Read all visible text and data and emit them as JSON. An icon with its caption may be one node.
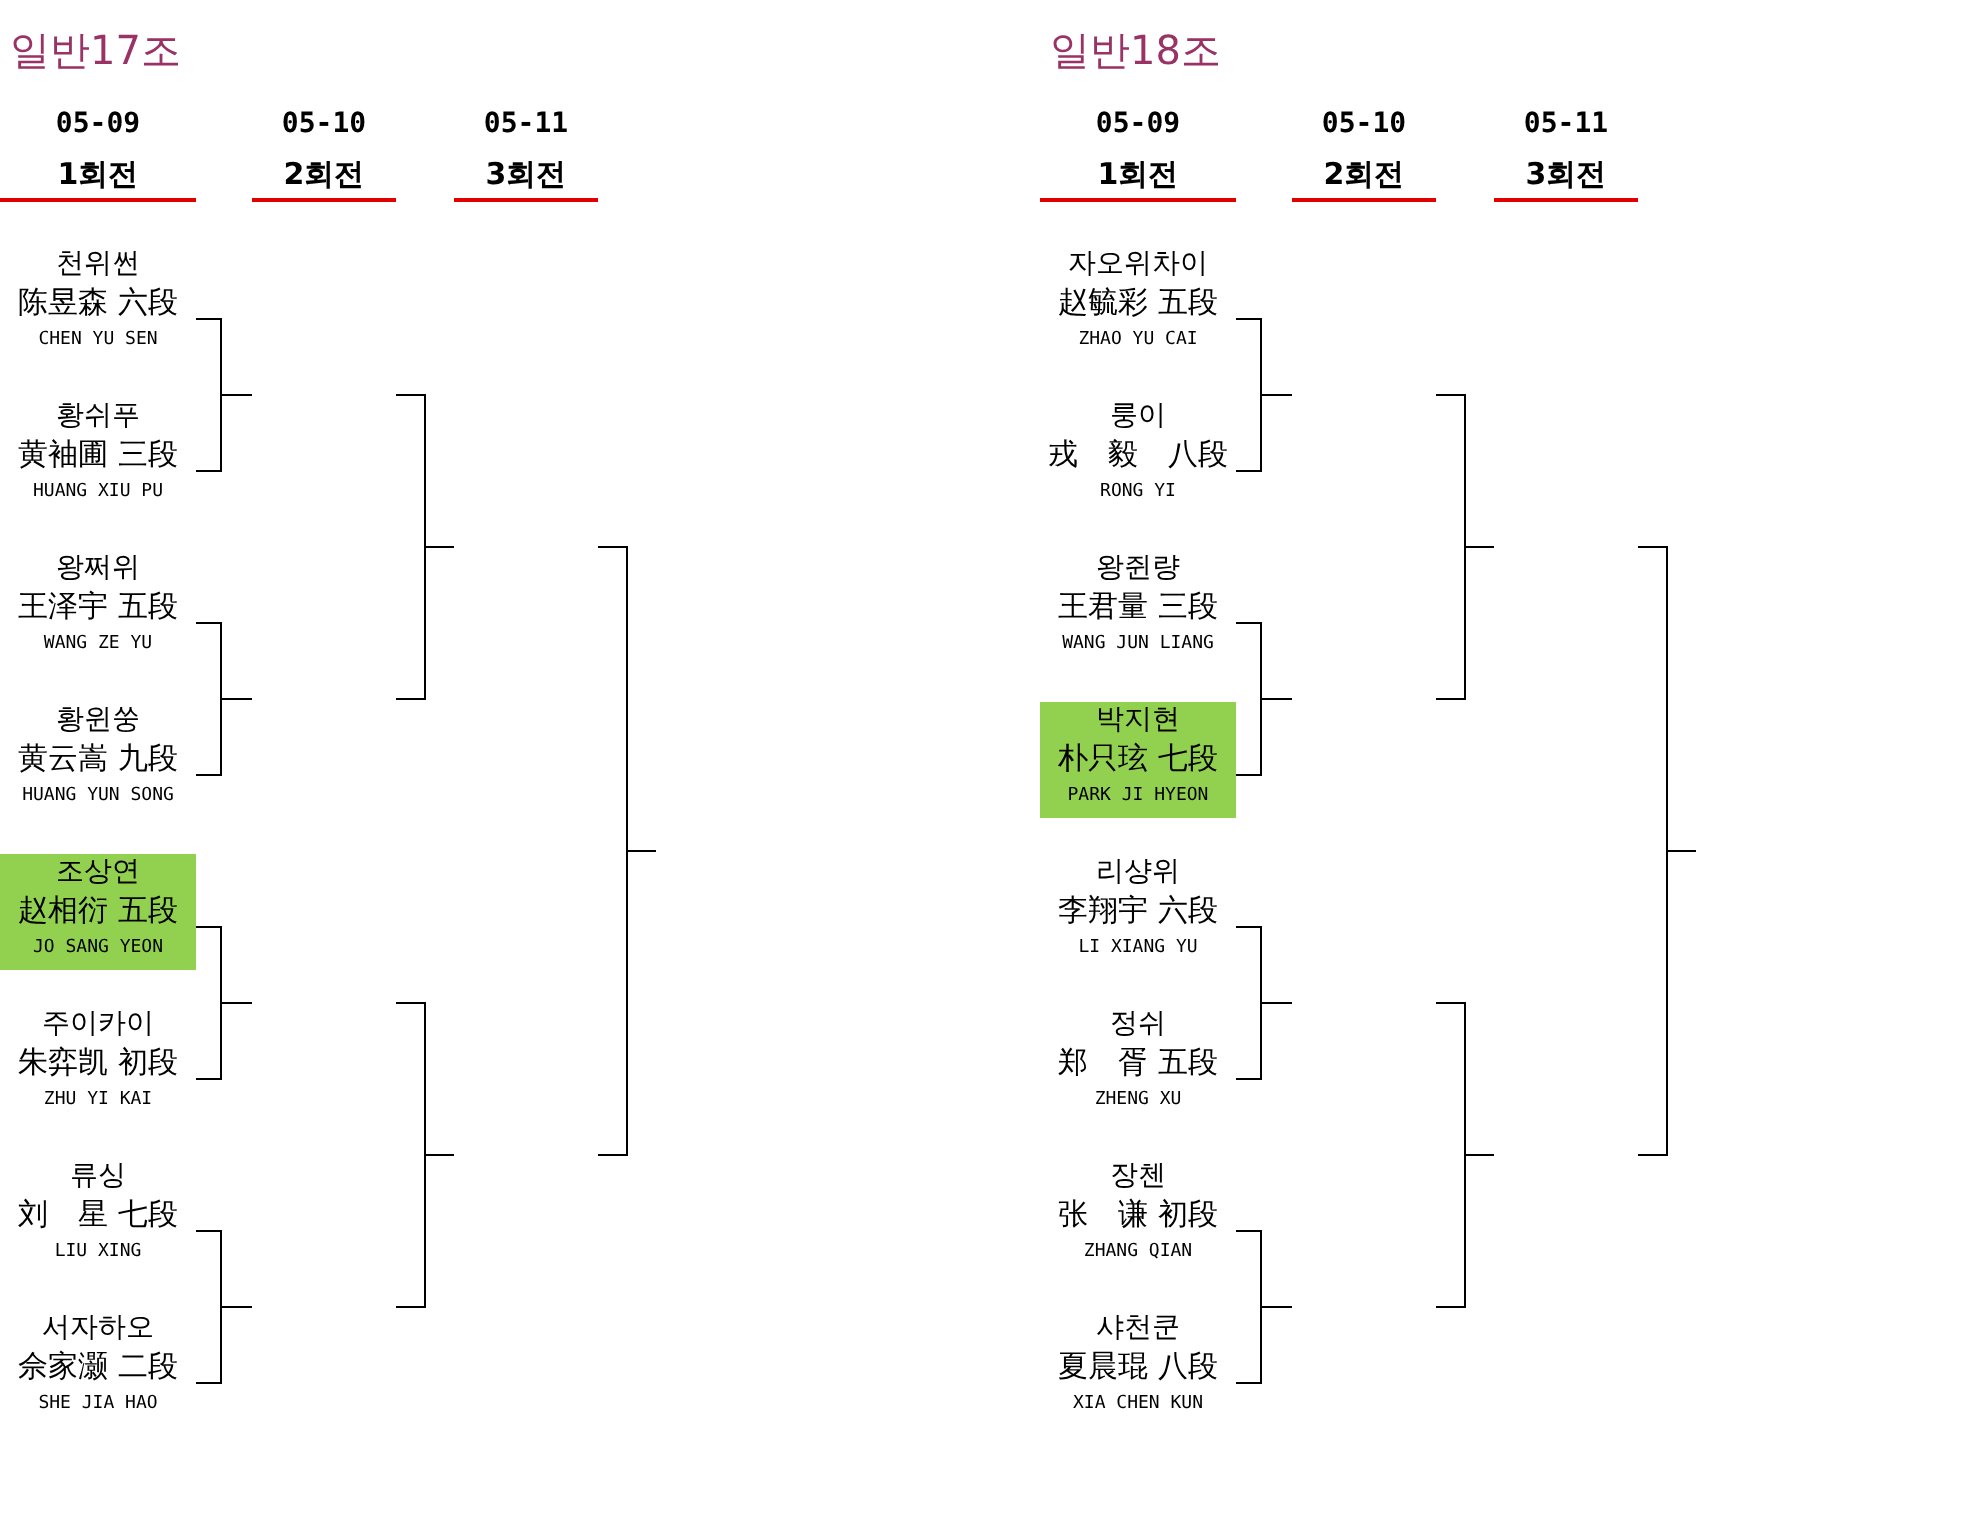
{
  "diagram": {
    "nodes": [
      {
        "text": [
          "천위썬",
          "陈昱森 六段",
          "CHEN YU SEN"
        ]
      },
      {
        "text": [
          "황쉬푸",
          "黄袖圃 三段",
          "HUANG XIU PU"
        ]
      },
      {
        "text": [
          "왕쩌위",
          "王泽宇 五段",
          "WANG ZE YU"
        ]
      },
      {
        "text": [
          "황윈쑹",
          "黄云嵩 九段",
          "HUANG YUN SONG"
        ]
      },
      {
        "text": [
          "조상연",
          "赵相衍 五段",
          "JO SANG YEON"
        ]
      },
      {
        "text": [
          "주이카이",
          "朱弈凯 初段",
          "ZHU YI KAI"
        ]
      },
      {
        "text": [
          "류싱",
          "刘　星 七段",
          "LIU XING"
        ]
      },
      {
        "text": [
          "서자하오",
          "佘家灏 二段",
          "SHE JIA HAO"
        ]
      },
      {
        "text": [
          "자오위차이",
          "赵毓彩 五段",
          "ZHAO YU CAI"
        ]
      },
      {
        "text": [
          "룽이",
          "戎　毅　八段",
          "RONG YI"
        ]
      },
      {
        "text": [
          "왕쥔량",
          "王君量 三段",
          "WANG JUN LIANG"
        ]
      },
      {
        "text": [
          "박지현",
          "朴只玹 七段",
          "PARK JI HYEON"
        ]
      },
      {
        "text": [
          "리샹위",
          "李翔宇 六段",
          "LI XIANG YU"
        ]
      },
      {
        "text": [
          "정쉬",
          "郑　胥 五段",
          "ZHENG XU"
        ]
      },
      {
        "text": [
          "장첸",
          "张　谦 初段",
          "ZHANG QIAN"
        ]
      },
      {
        "text": [
          "샤천쿤",
          "夏晨琨 八段",
          "XIA CHEN KUN"
        ]
      }
    ],
    "labels": [
      "일반17조",
      "05-09",
      "05-10",
      "05-11",
      "1회전",
      "2회전",
      "3회전",
      "일반18조",
      "05-09",
      "05-10",
      "05-11",
      "1회전",
      "2회전",
      "3회전"
    ]
  }
}
